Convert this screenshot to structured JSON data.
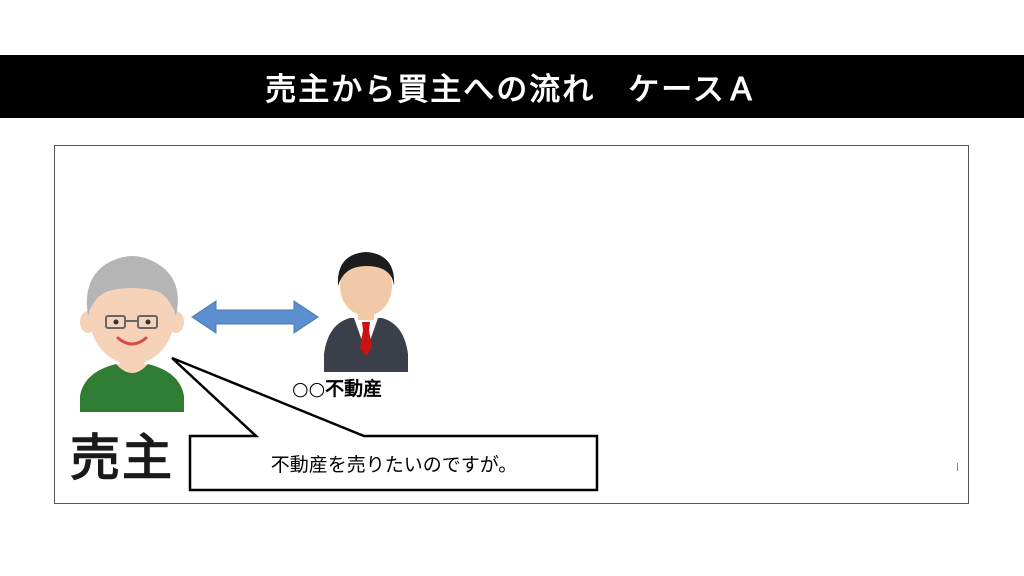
{
  "slide": {
    "title": "売主から買主への流れ　ケースＡ"
  },
  "diagram": {
    "agent_label": "○○不動産",
    "seller_label": "売主",
    "speech_bubble": "不動産を売りたいのですが。",
    "icons": {
      "seller": "elderly-man-icon",
      "agent": "businessman-icon",
      "connector": "double-arrow-icon"
    },
    "colors": {
      "title_bar": "#000000",
      "arrow": "#5b8fd0",
      "seller_shirt": "#2e7d32",
      "seller_hair": "#b5b5b5",
      "agent_suit": "#3a3f4a",
      "agent_tie": "#cc1111"
    }
  }
}
